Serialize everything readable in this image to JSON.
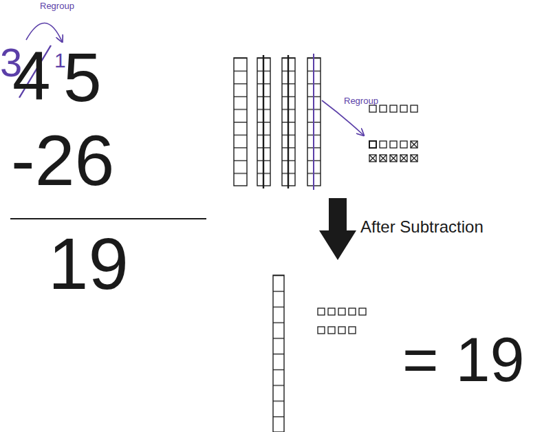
{
  "diagram": {
    "labels": [
      "Regroup",
      "3",
      "4",
      "1",
      "5",
      "-26",
      "19",
      "Regroup",
      "After Subtraction",
      "= 19"
    ]
  }
}
